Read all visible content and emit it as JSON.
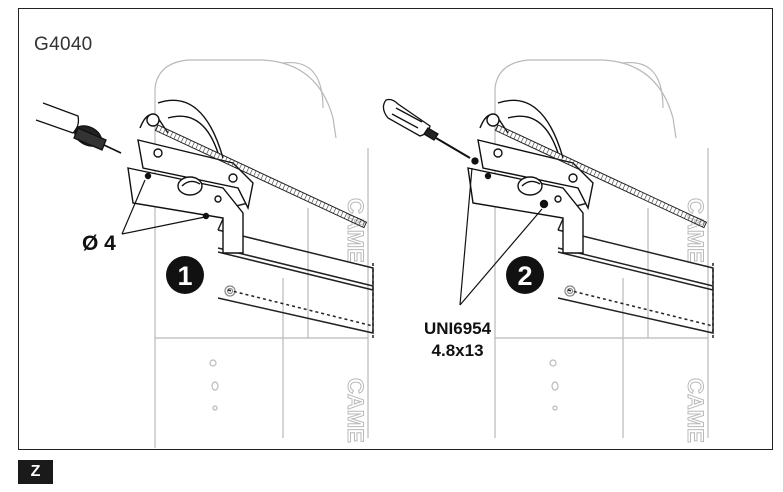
{
  "figure": {
    "model": "G4040",
    "step1": {
      "number": "1",
      "annotation": "Ø 4"
    },
    "step2": {
      "number": "2",
      "screw_line1": "UNI6954",
      "screw_line2": "4.8x13"
    },
    "brand_mark": "CAME",
    "zone_label": "Z"
  }
}
